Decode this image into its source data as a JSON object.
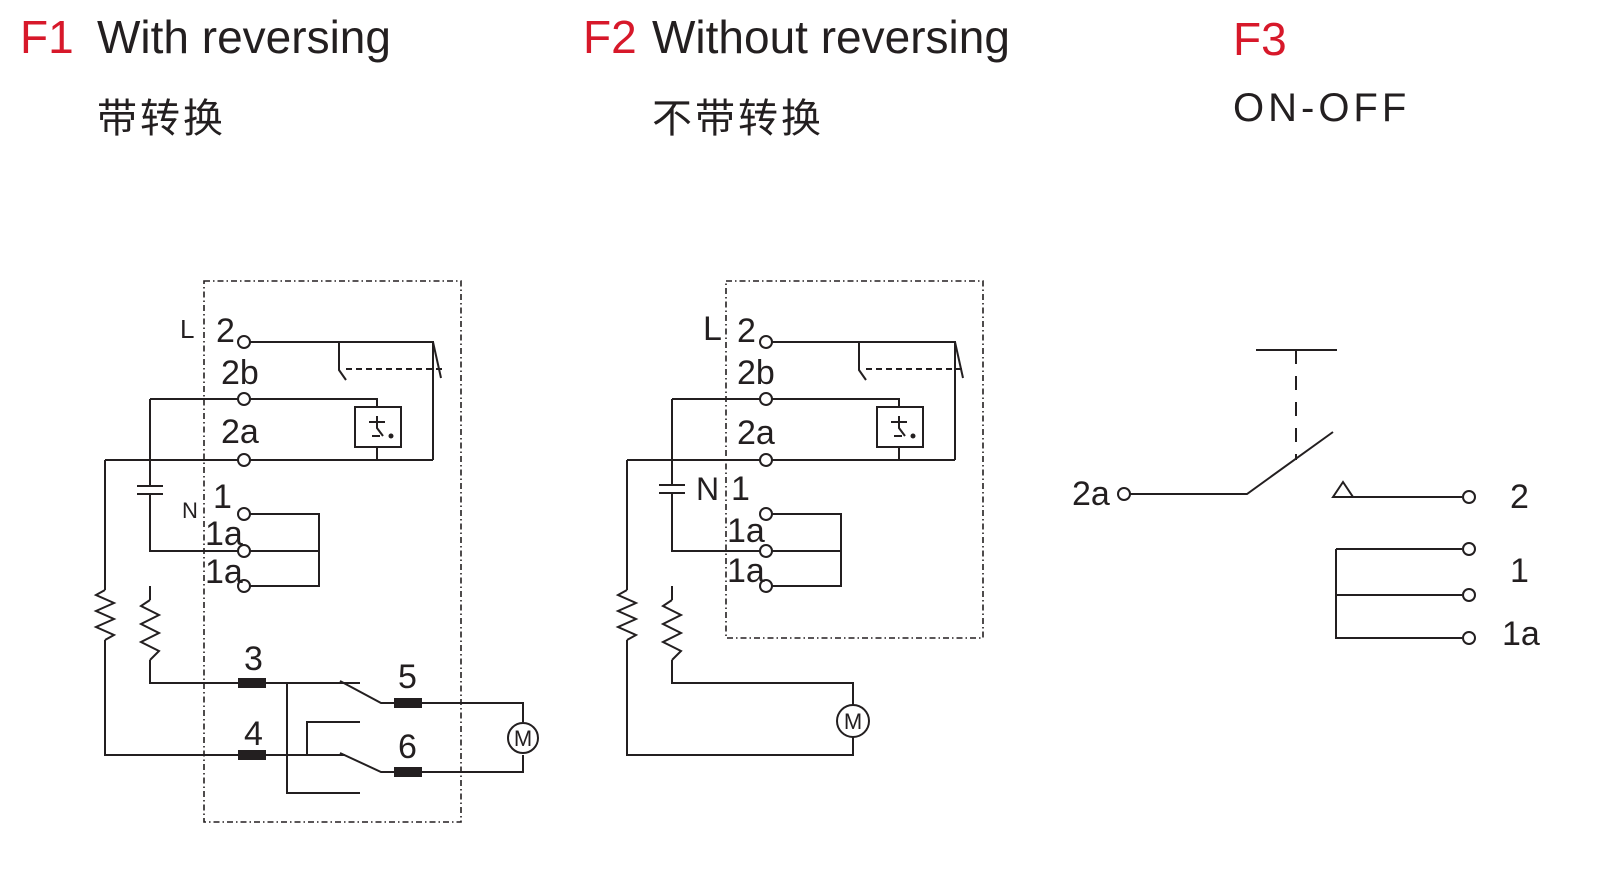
{
  "panels": [
    {
      "code": "F1",
      "title": "With reversing",
      "subtitle": "带转换"
    },
    {
      "code": "F2",
      "title": "Without reversing",
      "subtitle": "不带转换"
    },
    {
      "code": "F3",
      "title": "",
      "subtitle": "ON-OFF"
    }
  ],
  "f1": {
    "L": "L",
    "N": "N",
    "t2": "2",
    "t2b": "2b",
    "t2a": "2a",
    "t1": "1",
    "t1a_top": "1a",
    "t1a_bot": "1a",
    "t3": "3",
    "t4": "4",
    "t5": "5",
    "t6": "6",
    "motor": "M"
  },
  "f2": {
    "L": "L",
    "N": "N",
    "t2": "2",
    "t2b": "2b",
    "t2a": "2a",
    "t1": "1",
    "t1a_top": "1a",
    "t1a_bot": "1a",
    "motor": "M"
  },
  "f3": {
    "t2a": "2a",
    "t2": "2",
    "t1": "1",
    "t1a": "1a"
  },
  "colors": {
    "accent": "#d7182a",
    "ink": "#231f20"
  }
}
